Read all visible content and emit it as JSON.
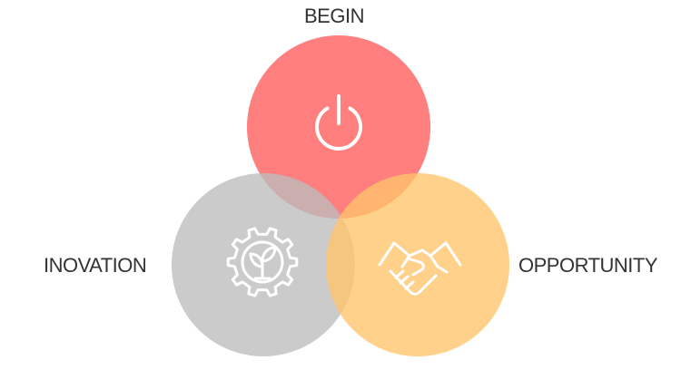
{
  "diagram": {
    "type": "venn",
    "sets": [
      {
        "id": "begin",
        "label": "BEGIN",
        "icon": "power-icon",
        "color": "#ff5a5a",
        "opacity": 0.78
      },
      {
        "id": "innovation",
        "label": "INOVATION",
        "icon": "gear-plant-icon",
        "color": "#bdbdbd",
        "opacity": 0.78
      },
      {
        "id": "opportunity",
        "label": "OPPORTUNITY",
        "icon": "handshake-icon",
        "color": "#ffc46a",
        "opacity": 0.78
      }
    ]
  }
}
